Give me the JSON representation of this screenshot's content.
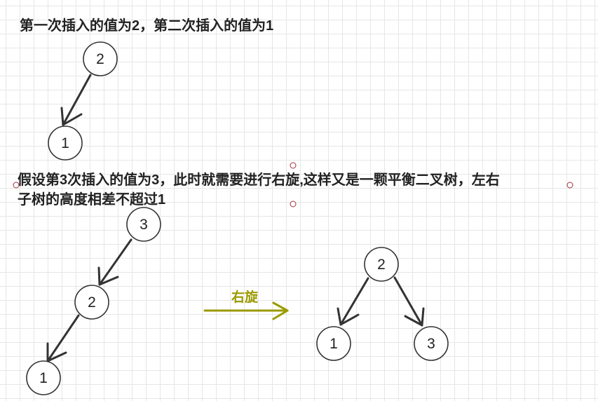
{
  "captions": {
    "step1": "第一次插入的值为2，第二次插入的值为1",
    "step2_line1": "假设第3次插入的值为3，此时就需要进行右旋,这样又是一颗平衡二叉树，左右",
    "step2_line2": "子树的高度相差不超过1"
  },
  "rotation_label": "右旋",
  "trees": {
    "first": {
      "root": "2",
      "left": "1"
    },
    "before_rotation": {
      "root": "3",
      "left": "2",
      "left_left": "1"
    },
    "after_rotation": {
      "root": "2",
      "left": "1",
      "right": "3"
    }
  },
  "colors": {
    "edge": "#333333",
    "rotation_accent": "#9b9a00",
    "grid": "#e6e6e6"
  }
}
